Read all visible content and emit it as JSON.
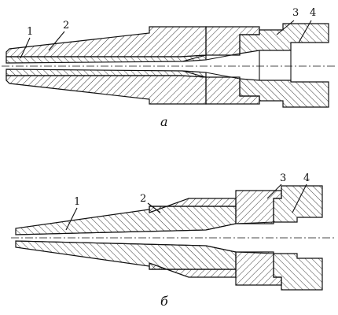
{
  "figure_a": {
    "caption": "а",
    "labels": [
      "1",
      "2",
      "3",
      "4"
    ]
  },
  "figure_b": {
    "caption": "б",
    "labels": [
      "1",
      "2",
      "3",
      "4"
    ]
  }
}
